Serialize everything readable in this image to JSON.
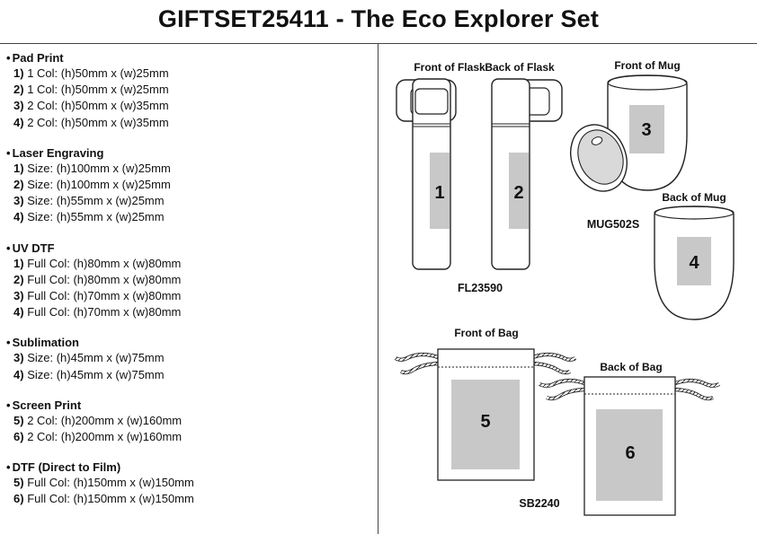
{
  "title": "GIFTSET25411 - The Eco Explorer Set",
  "methods": [
    {
      "name": "Pad Print",
      "lines": [
        {
          "pos": "1)",
          "text": "1 Col: (h)50mm x (w)25mm"
        },
        {
          "pos": "2)",
          "text": "1 Col: (h)50mm x (w)25mm"
        },
        {
          "pos": "3)",
          "text": "2 Col: (h)50mm x (w)35mm"
        },
        {
          "pos": "4)",
          "text": "2 Col: (h)50mm x (w)35mm"
        }
      ]
    },
    {
      "name": "Laser Engraving",
      "lines": [
        {
          "pos": "1)",
          "text": "Size: (h)100mm x (w)25mm"
        },
        {
          "pos": "2)",
          "text": "Size: (h)100mm x (w)25mm"
        },
        {
          "pos": "3)",
          "text": "Size: (h)55mm x (w)25mm"
        },
        {
          "pos": "4)",
          "text": "Size: (h)55mm x (w)25mm"
        }
      ]
    },
    {
      "name": "UV DTF",
      "lines": [
        {
          "pos": "1)",
          "text": "Full Col: (h)80mm x (w)80mm"
        },
        {
          "pos": "2)",
          "text": "Full Col: (h)80mm x (w)80mm"
        },
        {
          "pos": "3)",
          "text": "Full Col: (h)70mm x (w)80mm"
        },
        {
          "pos": "4)",
          "text": "Full Col: (h)70mm x (w)80mm"
        }
      ]
    },
    {
      "name": "Sublimation",
      "lines": [
        {
          "pos": "3)",
          "text": "Size: (h)45mm x (w)75mm"
        },
        {
          "pos": "4)",
          "text": "Size: (h)45mm x (w)75mm"
        }
      ]
    },
    {
      "name": "Screen Print",
      "lines": [
        {
          "pos": "5)",
          "text": "2 Col: (h)200mm x (w)160mm"
        },
        {
          "pos": "6)",
          "text": "2 Col: (h)200mm x (w)160mm"
        }
      ]
    },
    {
      "name": "DTF (Direct to Film)",
      "lines": [
        {
          "pos": "5)",
          "text": "Full Col: (h)150mm x (w)150mm"
        },
        {
          "pos": "6)",
          "text": "Full Col: (h)150mm x (w)150mm"
        }
      ]
    }
  ],
  "bullet": "•",
  "products": {
    "flask": {
      "front_label": "Front of Flask",
      "back_label": "Back of Flask",
      "code": "FL23590",
      "areas": [
        "1",
        "2"
      ]
    },
    "mug": {
      "front_label": "Front of Mug",
      "back_label": "Back of Mug",
      "code": "MUG502S",
      "areas": [
        "3",
        "4"
      ]
    },
    "bag": {
      "front_label": "Front of Bag",
      "back_label": "Back of Bag",
      "code": "SB2240",
      "areas": [
        "5",
        "6"
      ]
    }
  },
  "colors": {
    "print_area": "#c8c8c8",
    "outline": "#222222",
    "lid_glass": "#d9d9d9"
  }
}
